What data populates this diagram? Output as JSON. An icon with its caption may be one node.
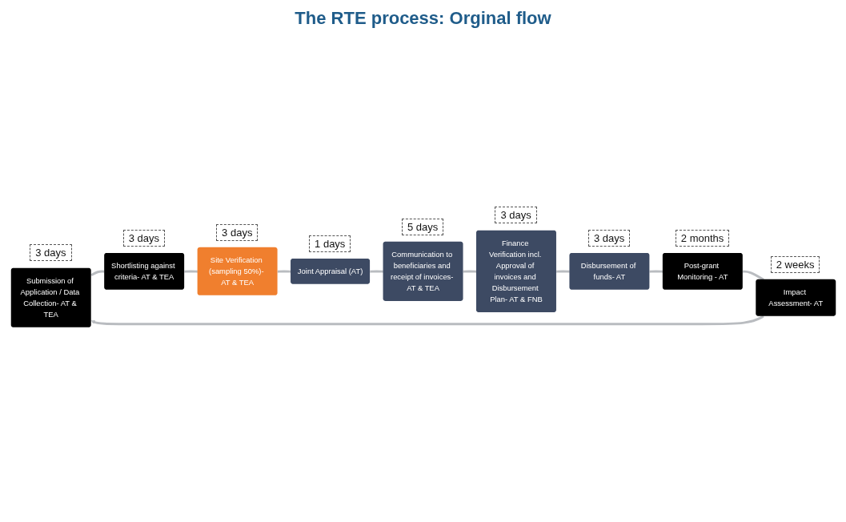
{
  "diagram": {
    "title": "The RTE process: Orginal flow",
    "nodes": [
      {
        "text": [
          "Submission of Application / Data Collection- AT & TEA"
        ],
        "beside": [
          "3 days"
        ]
      },
      {
        "text": [
          "Shortlisting against criteria- AT & TEA"
        ],
        "beside": [
          "3 days"
        ]
      },
      {
        "text": [
          "Site Verification (sampling 50%)- AT & TEA"
        ],
        "beside": [
          "3 days"
        ]
      },
      {
        "text": [
          "Joint Appraisal (AT)"
        ],
        "beside": [
          "1 days"
        ]
      },
      {
        "text": [
          "Communication to beneficiaries and receipt of invoices- AT & TEA"
        ],
        "beside": [
          "5 days"
        ]
      },
      {
        "text": [
          "Finance Verification incl. Approval of invoices and Disbursement Plan- AT & FNB"
        ],
        "beside": [
          "3 days"
        ]
      },
      {
        "text": [
          "Disbursement of funds- AT"
        ],
        "beside": [
          "3 days"
        ]
      },
      {
        "text": [
          "Post-grant Monitoring - AT"
        ],
        "beside": [
          "2 months"
        ]
      },
      {
        "text": [
          "Impact Assessment- AT"
        ],
        "beside": [
          "2 weeks"
        ]
      }
    ],
    "edges": [
      {
        "from": 0,
        "to": 1,
        "arrow": "none"
      },
      {
        "from": 1,
        "to": 2,
        "arrow": "none"
      },
      {
        "from": 2,
        "to": 3,
        "arrow": "none"
      },
      {
        "from": 3,
        "to": 4,
        "arrow": "none"
      },
      {
        "from": 4,
        "to": 5,
        "arrow": "none"
      },
      {
        "from": 5,
        "to": 6,
        "arrow": "none"
      },
      {
        "from": 6,
        "to": 7,
        "arrow": "none"
      },
      {
        "from": 7,
        "to": 8,
        "arrow": "none"
      },
      {
        "from": 8,
        "to": 0,
        "arrow": "to"
      }
    ]
  }
}
